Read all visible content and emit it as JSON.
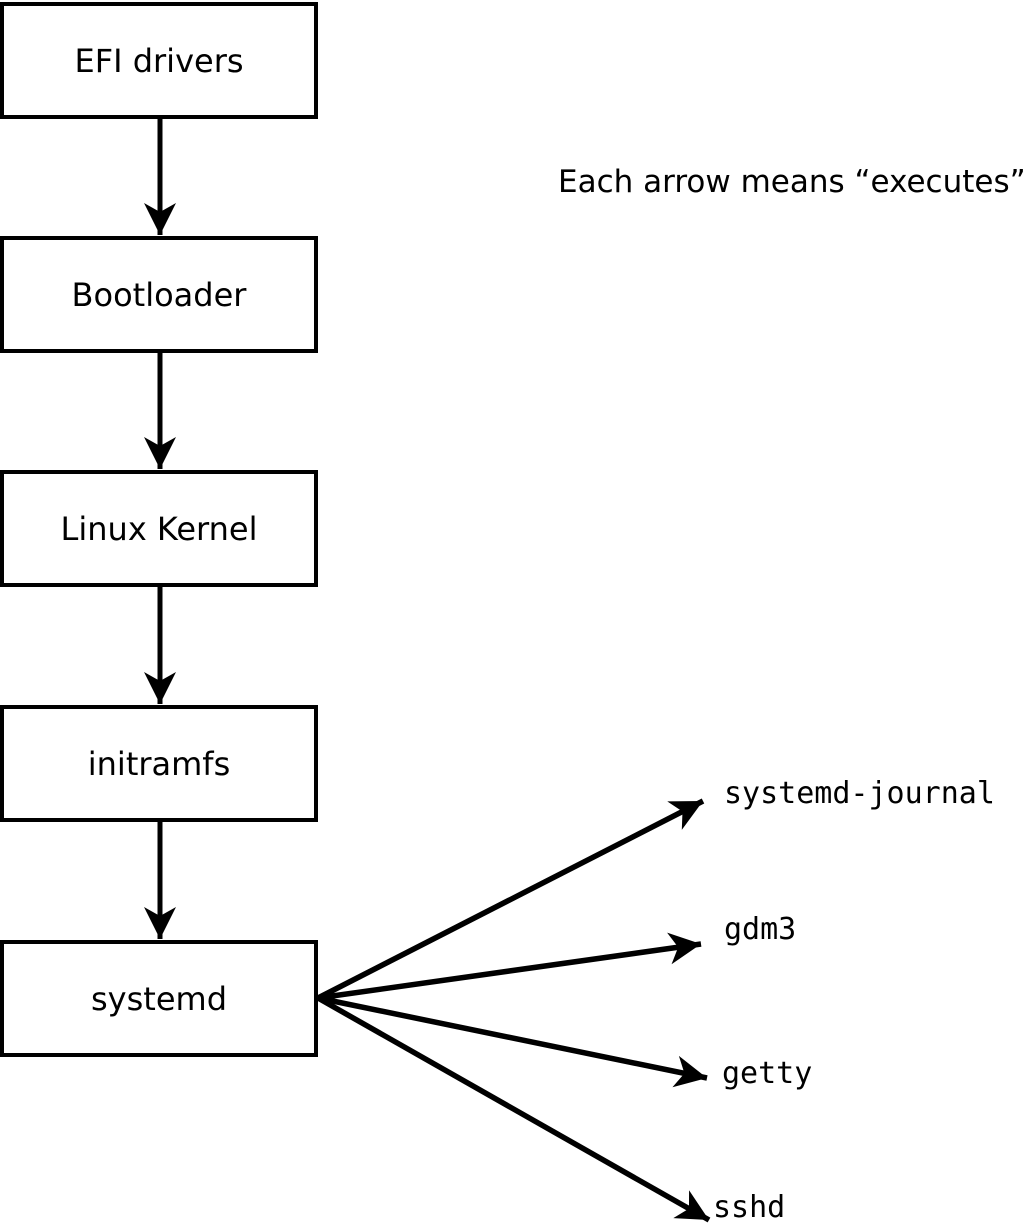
{
  "note": {
    "text": "Each arrow means “executes”.",
    "arrow_meaning": "executes"
  },
  "chain": [
    {
      "label": "EFI drivers"
    },
    {
      "label": "Bootloader"
    },
    {
      "label": "Linux Kernel"
    },
    {
      "label": "initramfs"
    },
    {
      "label": "systemd"
    }
  ],
  "services": [
    {
      "label": "systemd-journal"
    },
    {
      "label": "gdm3"
    },
    {
      "label": "getty"
    },
    {
      "label": "sshd"
    }
  ],
  "colors": {
    "ink": "#000000",
    "background": "#ffffff"
  }
}
